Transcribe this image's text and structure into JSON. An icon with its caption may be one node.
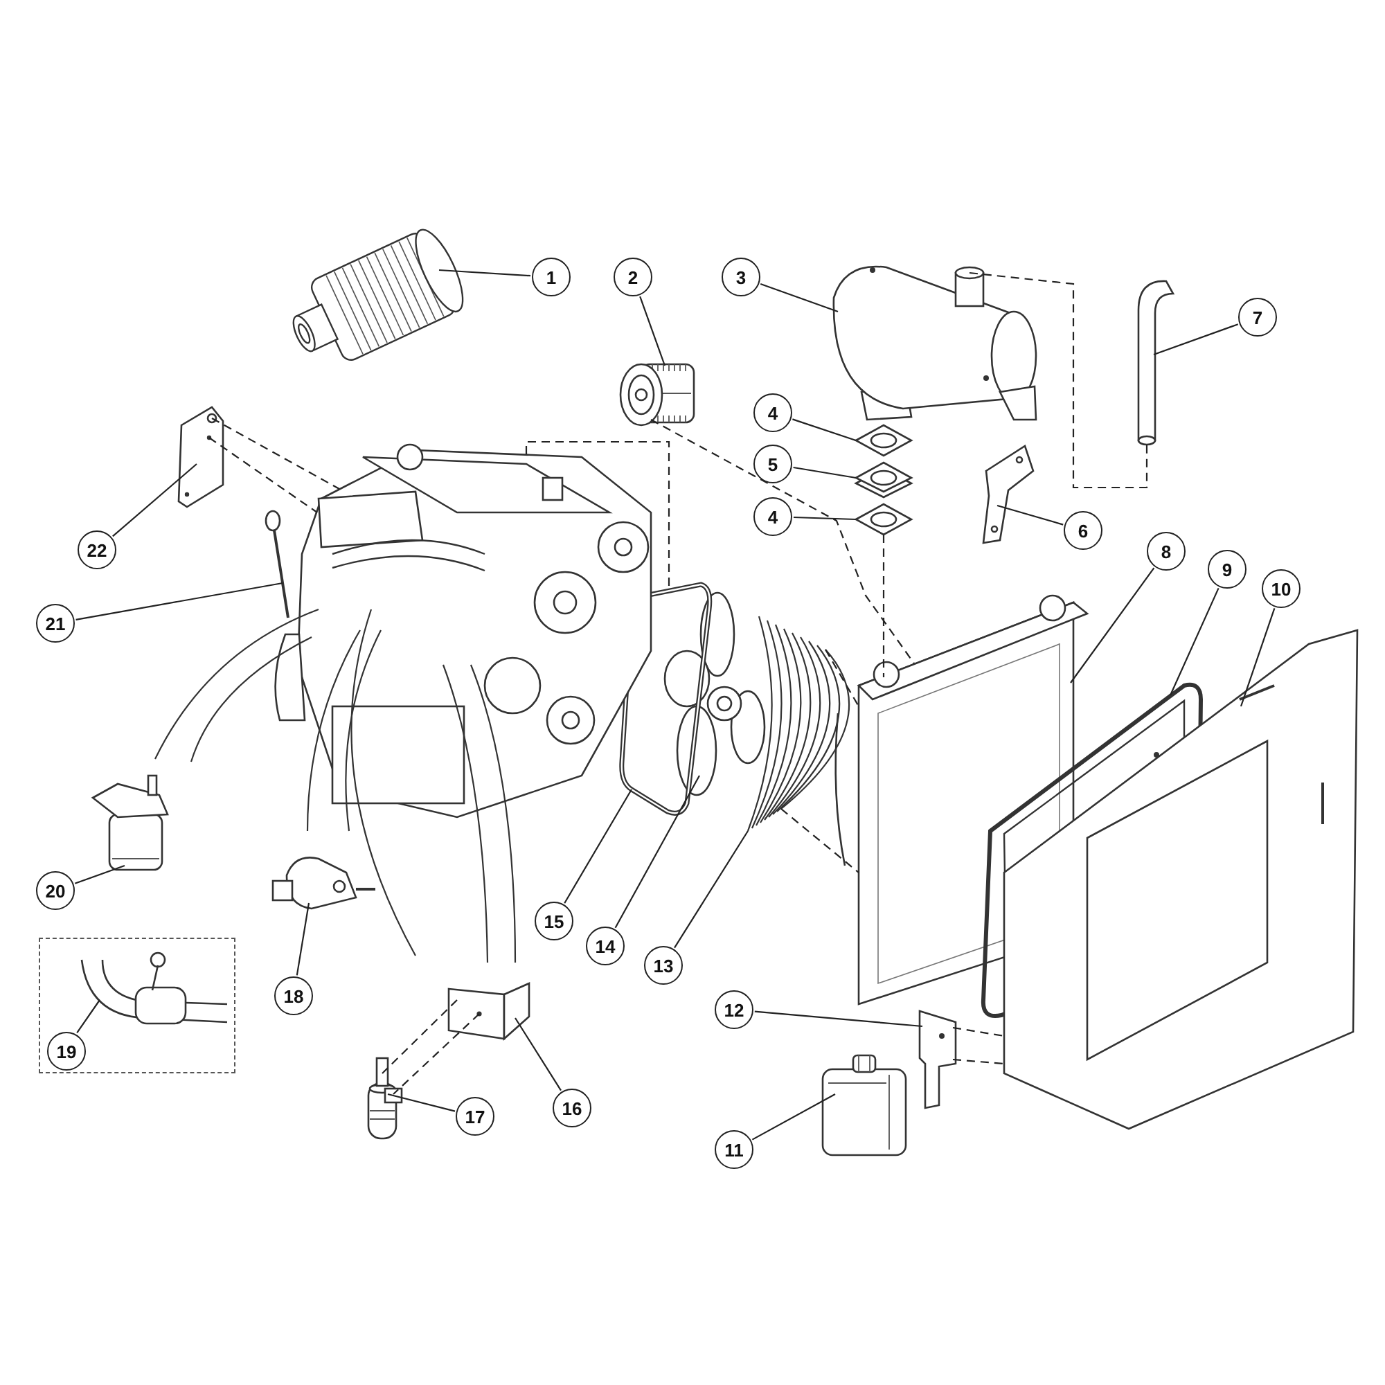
{
  "diagram": {
    "nodes": [
      {
        "text": [
          "1"
        ]
      },
      {
        "text": [],
        "shape": "picture"
      },
      {
        "text": [
          "2"
        ]
      },
      {
        "text": [],
        "shape": "picture"
      },
      {
        "text": [
          "3"
        ]
      },
      {
        "text": [],
        "shape": "picture"
      },
      {
        "text": [
          "4"
        ]
      },
      {
        "text": [],
        "shape": "picture"
      },
      {
        "text": [
          "5"
        ]
      },
      {
        "text": [],
        "shape": "picture"
      },
      {
        "text": [
          "4"
        ]
      },
      {
        "text": [],
        "shape": "picture"
      },
      {
        "text": [
          "6"
        ]
      },
      {
        "text": [],
        "shape": "picture"
      },
      {
        "text": [
          "7"
        ]
      },
      {
        "text": [],
        "shape": "picture"
      },
      {
        "text": [
          "8"
        ]
      },
      {
        "text": [],
        "shape": "picture"
      },
      {
        "text": [
          "9"
        ]
      },
      {
        "text": [],
        "shape": "picture"
      },
      {
        "text": [
          "10"
        ]
      },
      {
        "text": [],
        "shape": "picture"
      },
      {
        "text": [
          "11"
        ]
      },
      {
        "text": [],
        "shape": "picture"
      },
      {
        "text": [
          "12"
        ]
      },
      {
        "text": [],
        "shape": "picture"
      },
      {
        "text": [
          "13"
        ]
      },
      {
        "text": [],
        "shape": "picture"
      },
      {
        "text": [
          "14"
        ]
      },
      {
        "text": [],
        "shape": "picture"
      },
      {
        "text": [
          "15"
        ]
      },
      {
        "text": [],
        "shape": "picture"
      },
      {
        "text": [
          "16"
        ]
      },
      {
        "text": [],
        "shape": "picture"
      },
      {
        "text": [
          "17"
        ]
      },
      {
        "text": [],
        "shape": "picture"
      },
      {
        "text": [
          "18"
        ]
      },
      {
        "text": [],
        "shape": "picture"
      },
      {
        "text": [],
        "shape": "box"
      },
      {
        "text": [
          "19"
        ],
        "in": 38
      },
      {
        "text": [],
        "shape": "picture",
        "in": 38
      },
      {
        "text": [
          "20"
        ]
      },
      {
        "text": [],
        "shape": "picture"
      },
      {
        "text": [
          "21"
        ]
      },
      {
        "text": [],
        "shape": "picture"
      },
      {
        "text": [
          "22"
        ]
      },
      {
        "text": [],
        "shape": "picture"
      },
      {
        "text": [],
        "shape": "picture"
      }
    ],
    "edges": [
      {
        "from": 0,
        "to": 1,
        "arrow": "none"
      },
      {
        "from": 2,
        "to": 3,
        "arrow": "none"
      },
      {
        "from": 4,
        "to": 5,
        "arrow": "none"
      },
      {
        "from": 6,
        "to": 7,
        "arrow": "none"
      },
      {
        "from": 8,
        "to": 9,
        "arrow": "none"
      },
      {
        "from": 10,
        "to": 11,
        "arrow": "none"
      },
      {
        "from": 12,
        "to": 13,
        "arrow": "none"
      },
      {
        "from": 14,
        "to": 15,
        "arrow": "none"
      },
      {
        "from": 16,
        "to": 17,
        "arrow": "none"
      },
      {
        "from": 18,
        "to": 19,
        "arrow": "none"
      },
      {
        "from": 20,
        "to": 21,
        "arrow": "none"
      },
      {
        "from": 22,
        "to": 23,
        "arrow": "none"
      },
      {
        "from": 24,
        "to": 25,
        "arrow": "none"
      },
      {
        "from": 26,
        "to": 27,
        "arrow": "none"
      },
      {
        "from": 28,
        "to": 29,
        "arrow": "none"
      },
      {
        "from": 30,
        "to": 31,
        "arrow": "none"
      },
      {
        "from": 32,
        "to": 33,
        "arrow": "none"
      },
      {
        "from": 34,
        "to": 35,
        "arrow": "none"
      },
      {
        "from": 36,
        "to": 37,
        "arrow": "none"
      },
      {
        "from": 39,
        "to": 40,
        "arrow": "none"
      },
      {
        "from": 41,
        "to": 42,
        "arrow": "none"
      },
      {
        "from": 43,
        "to": 44,
        "arrow": "none"
      },
      {
        "from": 45,
        "to": 46,
        "arrow": "none"
      },
      {
        "from": 46,
        "to": 47,
        "arrow": "none",
        "style": "dashed"
      },
      {
        "from": 46,
        "to": 47,
        "arrow": "none",
        "style": "dashed"
      },
      {
        "from": 5,
        "to": 15,
        "arrow": "none",
        "style": "dashed"
      },
      {
        "from": 11,
        "to": 17,
        "arrow": "none",
        "style": "dashed"
      },
      {
        "from": 3,
        "to": 17,
        "arrow": "none",
        "style": "dashed"
      },
      {
        "from": 47,
        "to": 31,
        "arrow": "none",
        "style": "dashed"
      },
      {
        "from": 27,
        "to": 17,
        "arrow": "none",
        "style": "dashed"
      },
      {
        "from": 27,
        "to": 17,
        "arrow": "none",
        "style": "dashed"
      },
      {
        "from": 33,
        "to": 35,
        "arrow": "none",
        "style": "dashed"
      },
      {
        "from": 33,
        "to": 35,
        "arrow": "none",
        "style": "dashed"
      },
      {
        "from": 25,
        "to": 21,
        "arrow": "none",
        "style": "dashed"
      },
      {
        "from": 25,
        "to": 21,
        "arrow": "none",
        "style": "dashed"
      }
    ]
  }
}
